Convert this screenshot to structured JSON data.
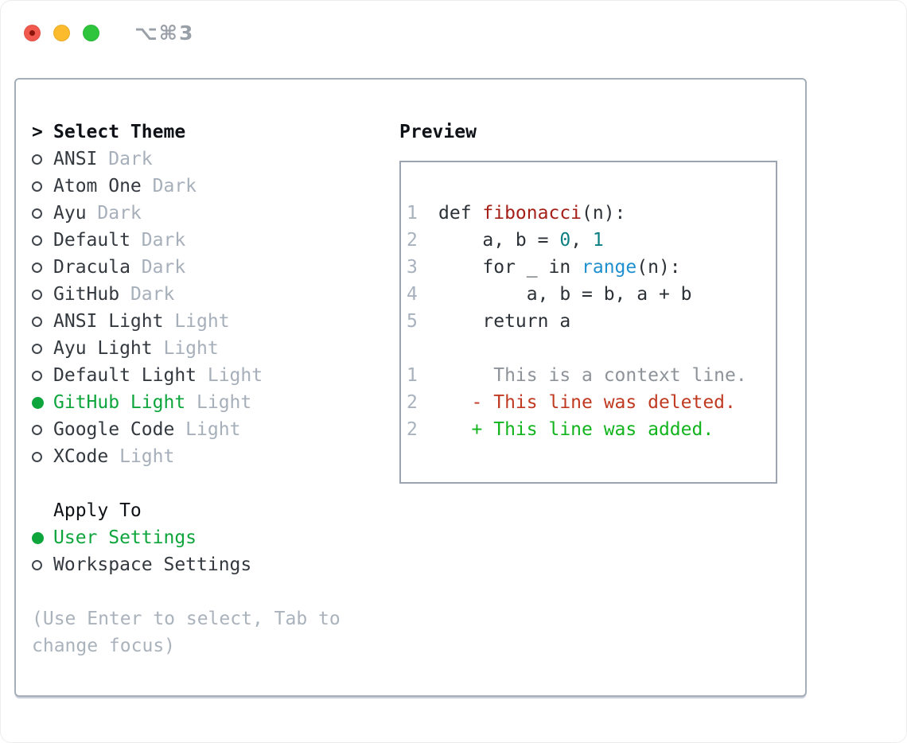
{
  "window": {
    "title": "⌥⌘3"
  },
  "colors": {
    "accent-green": "#0da53c",
    "added-green": "#12b41e",
    "deleted-red": "#c03a22",
    "context-gray": "#8d9399",
    "func-red": "#a42018",
    "number-teal": "#0c7f82",
    "builtin-blue": "#1e90cf",
    "lineno-gray": "#a8b2be",
    "muted-gray": "#a6afba",
    "text-dark": "#2b3136"
  },
  "theme_list": {
    "prefix": ">",
    "title": "Select Theme",
    "items": [
      {
        "name": "ANSI",
        "variant": "Dark",
        "selected": false
      },
      {
        "name": "Atom One",
        "variant": "Dark",
        "selected": false
      },
      {
        "name": "Ayu",
        "variant": "Dark",
        "selected": false
      },
      {
        "name": "Default",
        "variant": "Dark",
        "selected": false
      },
      {
        "name": "Dracula",
        "variant": "Dark",
        "selected": false
      },
      {
        "name": "GitHub",
        "variant": "Dark",
        "selected": false
      },
      {
        "name": "ANSI Light",
        "variant": "Light",
        "selected": false
      },
      {
        "name": "Ayu Light",
        "variant": "Light",
        "selected": false
      },
      {
        "name": "Default Light",
        "variant": "Light",
        "selected": false
      },
      {
        "name": "GitHub Light",
        "variant": "Light",
        "selected": true
      },
      {
        "name": "Google Code",
        "variant": "Light",
        "selected": false
      },
      {
        "name": "XCode",
        "variant": "Light",
        "selected": false
      }
    ]
  },
  "apply_to": {
    "title": "Apply To",
    "options": [
      {
        "label": "User Settings",
        "selected": true
      },
      {
        "label": "Workspace Settings",
        "selected": false
      }
    ]
  },
  "hint": {
    "text": "(Use Enter to select, Tab to change focus)"
  },
  "preview": {
    "title": "Preview",
    "lines": [
      {
        "no": "1",
        "tokens": [
          {
            "t": "def ",
            "c": "code"
          },
          {
            "t": "fibonacci",
            "c": "func"
          },
          {
            "t": "(n):",
            "c": "code"
          }
        ]
      },
      {
        "no": "2",
        "tokens": [
          {
            "t": "    a, b = ",
            "c": "code"
          },
          {
            "t": "0",
            "c": "num"
          },
          {
            "t": ", ",
            "c": "code"
          },
          {
            "t": "1",
            "c": "num"
          }
        ]
      },
      {
        "no": "3",
        "tokens": [
          {
            "t": "    for _ in ",
            "c": "code"
          },
          {
            "t": "range",
            "c": "builtin"
          },
          {
            "t": "(n):",
            "c": "code"
          }
        ]
      },
      {
        "no": "4",
        "tokens": [
          {
            "t": "        a, b = b, a + b",
            "c": "code"
          }
        ]
      },
      {
        "no": "5",
        "tokens": [
          {
            "t": "    return a",
            "c": "code"
          }
        ]
      },
      {
        "no": "",
        "tokens": []
      },
      {
        "no": "1",
        "tokens": [
          {
            "t": "     This is a context line.",
            "c": "context"
          }
        ]
      },
      {
        "no": "2",
        "tokens": [
          {
            "t": "   - This line was deleted.",
            "c": "deleted"
          }
        ]
      },
      {
        "no": "2",
        "tokens": [
          {
            "t": "   + This line was added.",
            "c": "added"
          }
        ]
      }
    ]
  }
}
